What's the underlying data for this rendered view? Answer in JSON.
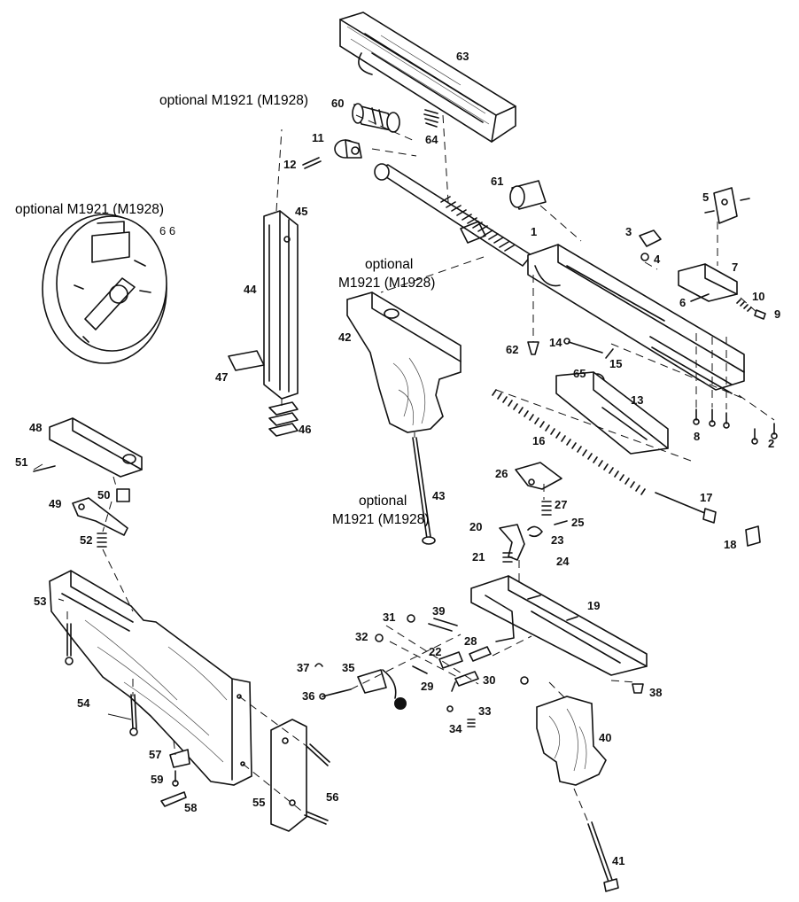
{
  "notes": {
    "magazine_top": "optional M1921 (M1928)",
    "drum": "optional M1921 (M1928)",
    "drum_mark": "6 6",
    "grip_line1": "optional",
    "grip_line2": "M1921 (M1928)",
    "rod_line1": "optional",
    "rod_line2": "M1921 (M1928)"
  },
  "parts": {
    "p1": "1",
    "p2": "2",
    "p3": "3",
    "p4": "4",
    "p5": "5",
    "p6": "6",
    "p7": "7",
    "p8": "8",
    "p9": "9",
    "p10": "10",
    "p11": "11",
    "p12": "12",
    "p13": "13",
    "p14": "14",
    "p15": "15",
    "p16": "16",
    "p17": "17",
    "p18": "18",
    "p19": "19",
    "p20": "20",
    "p21": "21",
    "p22": "22",
    "p23": "23",
    "p24": "24",
    "p25": "25",
    "p26": "26",
    "p27": "27",
    "p28": "28",
    "p29": "29",
    "p30": "30",
    "p31": "31",
    "p32": "32",
    "p33": "33",
    "p34": "34",
    "p35": "35",
    "p36": "36",
    "p37": "37",
    "p38": "38",
    "p39": "39",
    "p40": "40",
    "p41": "41",
    "p42": "42",
    "p43": "43",
    "p44": "44",
    "p45": "45",
    "p46": "46",
    "p47": "47",
    "p48": "48",
    "p49": "49",
    "p50": "50",
    "p51": "51",
    "p52": "52",
    "p53": "53",
    "p54": "54",
    "p55": "55",
    "p56": "56",
    "p57": "57",
    "p58": "58",
    "p59": "59",
    "p60": "60",
    "p61": "61",
    "p62": "62",
    "p63": "63",
    "p64": "64",
    "p65": "65"
  }
}
